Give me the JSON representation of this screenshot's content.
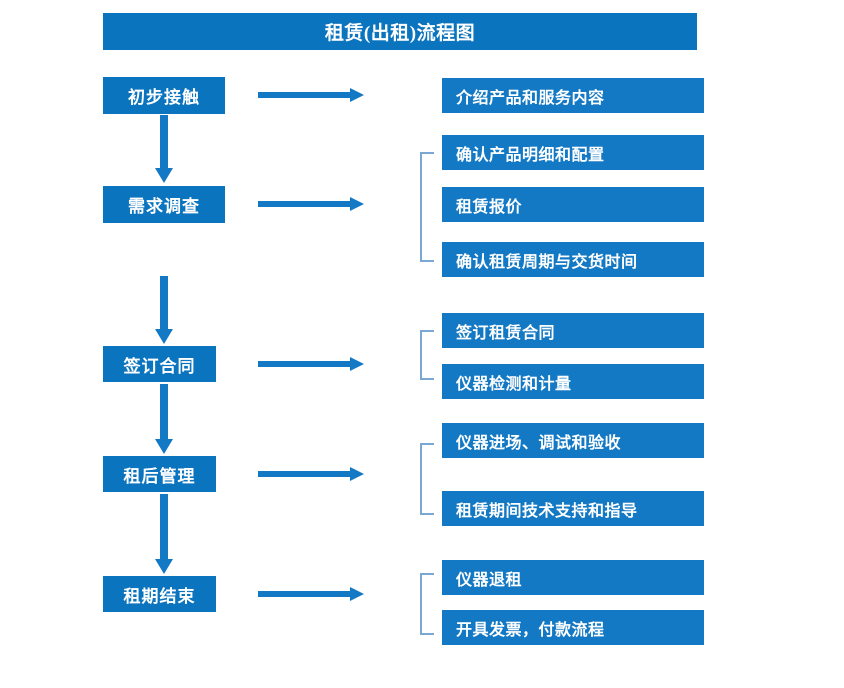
{
  "title": "租赁(出租)流程图",
  "theme": {
    "banner_color": "#0B74BF",
    "stage_box_color": "#0B74BF",
    "detail_box_color": "#1479C4",
    "arrow_color": "#1479C4",
    "bracket_color": "#7BA7D4",
    "text_color": "#FFFFFF",
    "background": "#FFFFFF"
  },
  "stages": [
    {
      "id": "initial-contact",
      "label": "初步接触"
    },
    {
      "id": "demand-survey",
      "label": "需求调查"
    },
    {
      "id": "sign-contract",
      "label": "签订合同"
    },
    {
      "id": "post-rent-manage",
      "label": "租后管理"
    },
    {
      "id": "lease-end",
      "label": "租期结束"
    }
  ],
  "details": {
    "group1": [
      {
        "label": "介绍产品和服务内容"
      }
    ],
    "group2": [
      {
        "label": "确认产品明细和配置"
      },
      {
        "label": "租赁报价"
      },
      {
        "label": "确认租赁周期与交货时间"
      }
    ],
    "group3": [
      {
        "label": "签订租赁合同"
      },
      {
        "label": "仪器检测和计量"
      }
    ],
    "group4": [
      {
        "label": "仪器进场、调试和验收"
      },
      {
        "label": "租赁期间技术支持和指导"
      }
    ],
    "group5": [
      {
        "label": "仪器退租"
      },
      {
        "label": "开具发票，付款流程"
      }
    ]
  },
  "connectors": {
    "horizontal_arrow_count": 5,
    "vertical_arrow_count": 4,
    "bracket_count": 4
  }
}
